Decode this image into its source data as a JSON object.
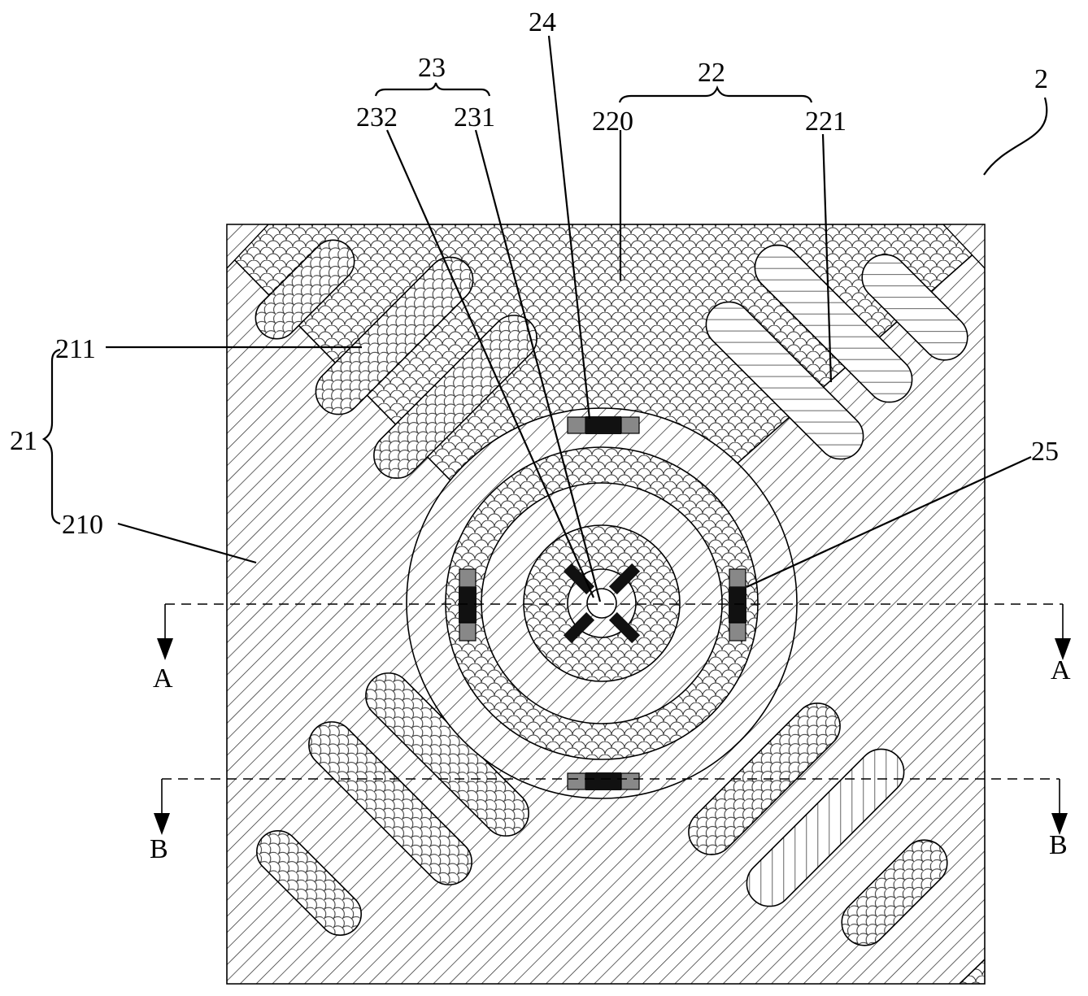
{
  "figure_ref": "2",
  "labels": {
    "l21": "21",
    "l210": "210",
    "l211": "211",
    "l22": "22",
    "l220": "220",
    "l221": "221",
    "l23": "23",
    "l231": "231",
    "l232": "232",
    "l24": "24",
    "l25": "25"
  },
  "sections": {
    "a": "A",
    "b": "B"
  },
  "colors": {
    "line": "#000000",
    "hatch": "#222222",
    "pad_dark": "#111111",
    "pad_light": "#888888",
    "background": "#ffffff"
  }
}
